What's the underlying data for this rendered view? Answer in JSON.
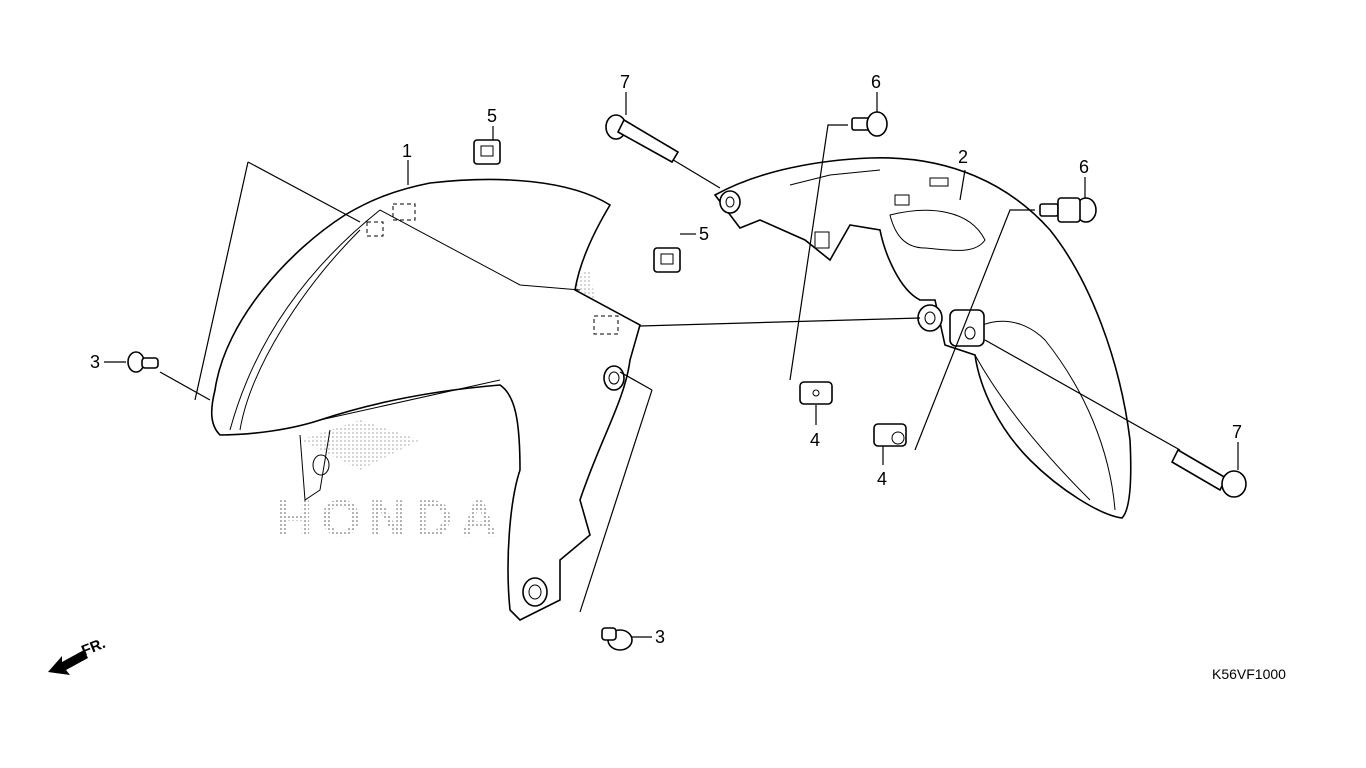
{
  "diagram": {
    "callouts": {
      "c1": "1",
      "c2": "2",
      "c3a": "3",
      "c3b": "3",
      "c4a": "4",
      "c4b": "4",
      "c5a": "5",
      "c5b": "5",
      "c6a": "6",
      "c6b": "6",
      "c7a": "7",
      "c7b": "7"
    },
    "logo": "HONDA",
    "direction_label": "FR.",
    "diagram_code": "K56VF1000"
  }
}
